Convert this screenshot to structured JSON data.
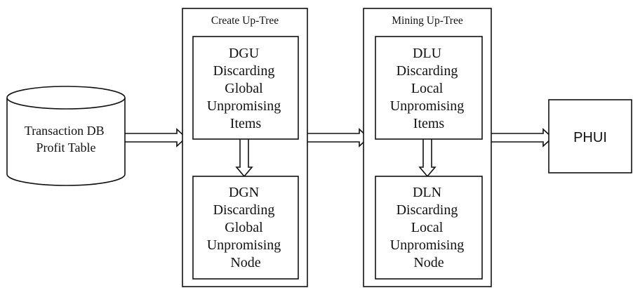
{
  "database": {
    "lines": [
      "Transaction DB",
      "Profit Table"
    ]
  },
  "create_panel": {
    "title": "Create Up-Tree",
    "dgu": {
      "lines": [
        "DGU",
        "Discarding",
        "Global",
        "Unpromising",
        "Items"
      ]
    },
    "dgn": {
      "lines": [
        "DGN",
        "Discarding",
        "Global",
        "Unpromising",
        "Node"
      ]
    }
  },
  "mining_panel": {
    "title": "Mining Up-Tree",
    "dlu": {
      "lines": [
        "DLU",
        "Discarding",
        "Local",
        "Unpromising",
        "Items"
      ]
    },
    "dln": {
      "lines": [
        "DLN",
        "Discarding",
        "Local",
        "Unpromising",
        "Node"
      ]
    }
  },
  "output": {
    "label": "PHUI"
  }
}
